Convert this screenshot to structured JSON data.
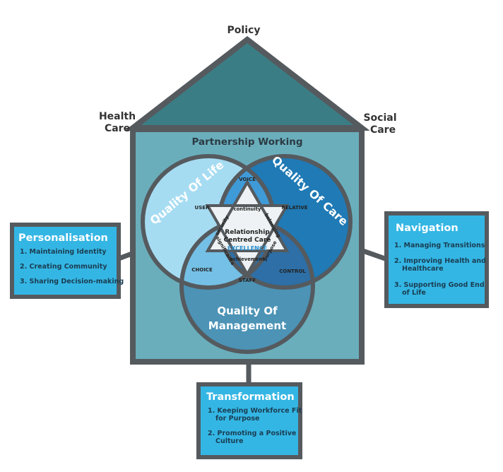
{
  "house": {
    "roof_label": "Policy",
    "left_label_lines": [
      "Health",
      "Care"
    ],
    "right_label_lines": [
      "Social",
      "Care"
    ],
    "wall_title": "Partnership Working"
  },
  "circles": {
    "life": "Quality Of Life",
    "care": "Quality Of Care",
    "management_lines": [
      "Quality Of",
      "Management"
    ]
  },
  "star": {
    "center_lines": [
      "Relationship",
      "Centred Care"
    ],
    "excellence": "EXCELLENCE",
    "points": {
      "top": "VOICE",
      "left": "USER",
      "right": "RELATIVE",
      "bottom_left": "CHOICE",
      "bottom_right": "CONTROL",
      "bottom": "STAFF"
    },
    "edges": {
      "top": "continuity",
      "left_upper": "security",
      "right_upper": "belonging",
      "left_lower": "significance",
      "right_lower": "purpose",
      "bottom": "achievement"
    }
  },
  "boxes": {
    "personalisation": {
      "title": "Personalisation",
      "items": [
        "1. Maintaining Identity",
        "2. Creating Community",
        "3. Sharing Decision-making"
      ]
    },
    "navigation": {
      "title": "Navigation",
      "items": [
        [
          "1. Managing Transitions"
        ],
        [
          "2. Improving Health and",
          "Healthcare"
        ],
        [
          "3. Supporting Good End",
          "of Life"
        ]
      ]
    },
    "transformation": {
      "title": "Transformation",
      "items": [
        [
          "1. Keeping Workforce Fit",
          "for Purpose"
        ],
        [
          "2. Promoting a Positive",
          "Culture"
        ]
      ]
    }
  },
  "colors": {
    "roof": "#3b7d85",
    "wall": "#6aaebc",
    "frame": "#555a5e",
    "life": "#a6dcf2",
    "care": "#1f7ab5",
    "management": "#4c93b6",
    "box": "#34b6e4"
  }
}
